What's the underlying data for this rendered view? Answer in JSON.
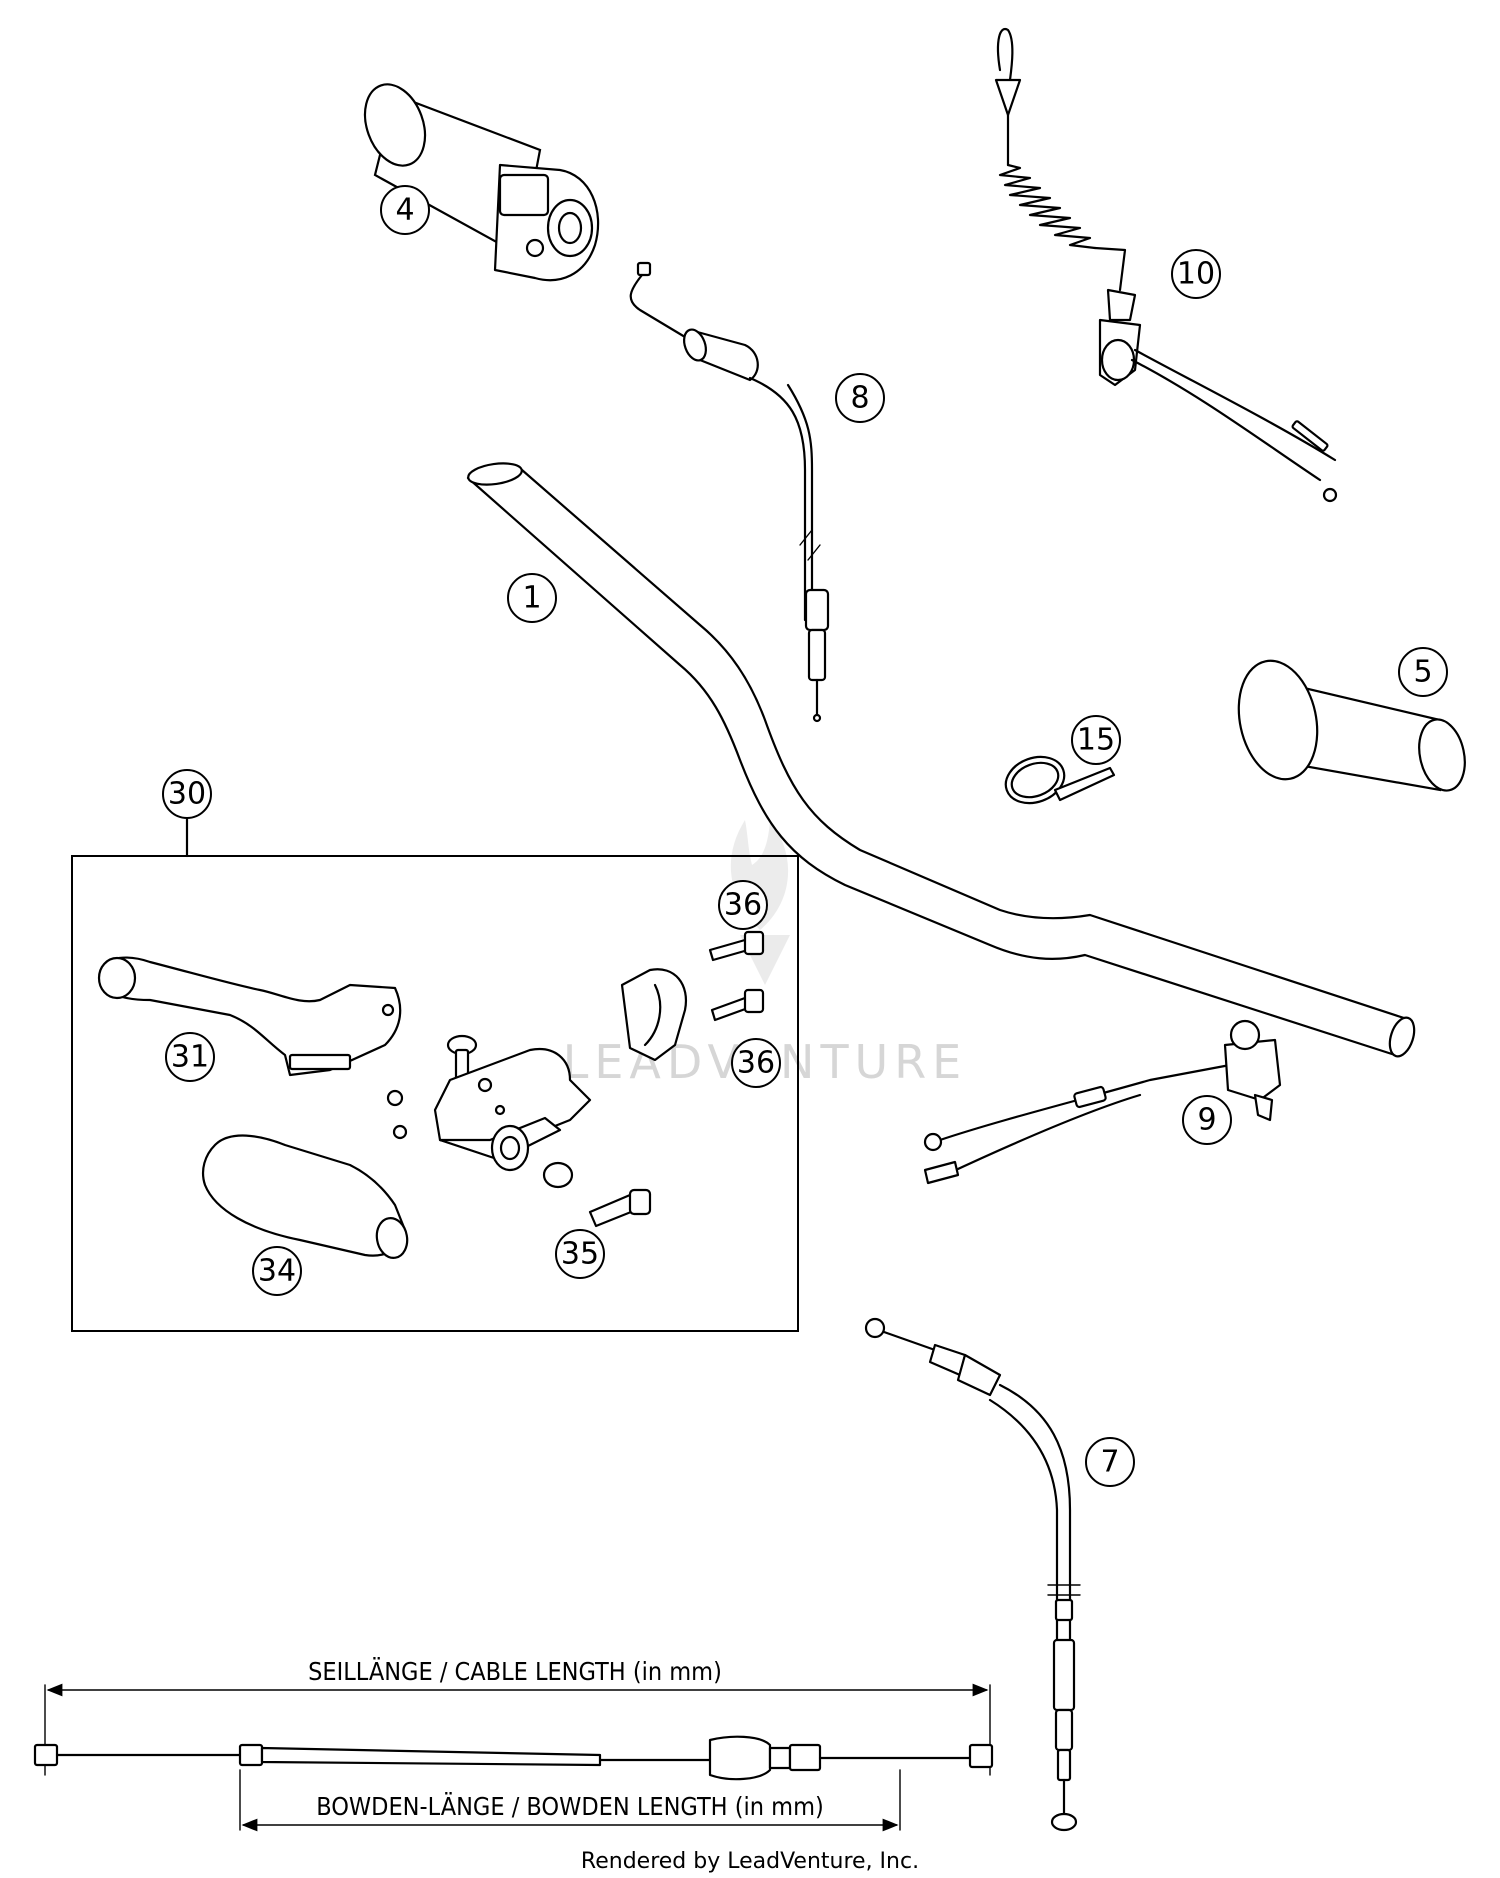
{
  "callouts": {
    "c1": "1",
    "c4": "4",
    "c5": "5",
    "c7": "7",
    "c8": "8",
    "c9": "9",
    "c10": "10",
    "c15": "15",
    "c30": "30",
    "c31": "31",
    "c34": "34",
    "c35": "35",
    "c36a": "36",
    "c36b": "36"
  },
  "dimensions": {
    "cable_length": "SEILLÄNGE / CABLE LENGTH (in mm)",
    "bowden_length": "BOWDEN-LÄNGE / BOWDEN LENGTH (in mm)"
  },
  "footer": "Rendered by LeadVenture, Inc.",
  "watermark": "LEADVENTURE"
}
